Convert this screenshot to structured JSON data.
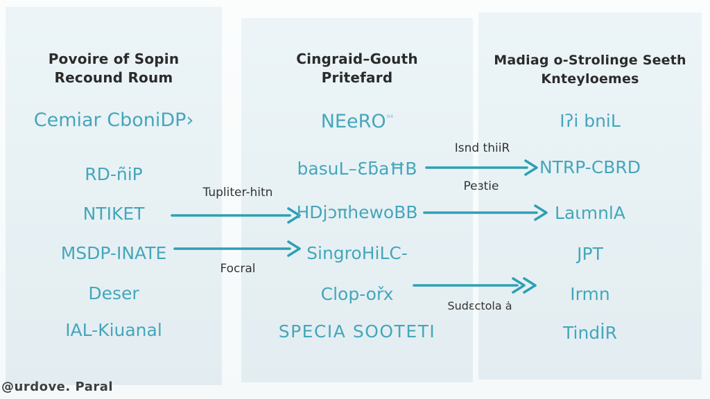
{
  "watermark": "@urdove. Paral",
  "colors": {
    "accent_teal": "#45a6bb",
    "arrow": "#2f9fb4",
    "header_text": "#2b2b2b",
    "panel_fill": "#e8f1f4"
  },
  "columns": [
    {
      "header_line1": "Povoire of Sopin",
      "header_line2": "Recound Roum",
      "items": [
        "Cemiar CboniDP›",
        "RD-ñiP",
        "NTIKET",
        "MSDP-INATE",
        "Deser",
        "IAL-Kiuanal"
      ]
    },
    {
      "header_line1": "Cingraid–Gouth",
      "header_line2": "Pritefard",
      "items": [
        "NEeRO",
        "basuL–ƐƃaĦB",
        "HDjɔπhewoBB",
        "SingroHiLC-",
        "Clop-ořx",
        "SPECIA SOOTETI"
      ],
      "item1_superscript": "⁶⁴"
    },
    {
      "header_line1": "Madiag o-Strolinge Seeth",
      "header_line2": "Knteyloemes",
      "items": [
        "Iʔi bniL",
        "NTRP-CBRD",
        "LaιmnlA",
        "JPT",
        "Irmn",
        "TindİR"
      ]
    }
  ],
  "arrows": [
    {
      "label": "Tupliter-hitn",
      "from": "NTIKET",
      "to": "HDjɔπhewoBB",
      "label_position": "above"
    },
    {
      "label": "Focral",
      "from": "MSDP-INATE",
      "to": "SingroHiLC-",
      "label_position": "below"
    },
    {
      "label": "Isnd thiiR",
      "from": "basuL–ƐƃaĦB",
      "to": "NTRP-CBRD",
      "label_position": "above"
    },
    {
      "label": "Peɜtie",
      "from": "HDjɔπhewoBB",
      "to": "LaιmnlA",
      "label_position": "above"
    },
    {
      "label": "Sudɛctola ȧ",
      "from": "Clop-ořx",
      "to": "Irmn",
      "label_position": "below"
    }
  ]
}
